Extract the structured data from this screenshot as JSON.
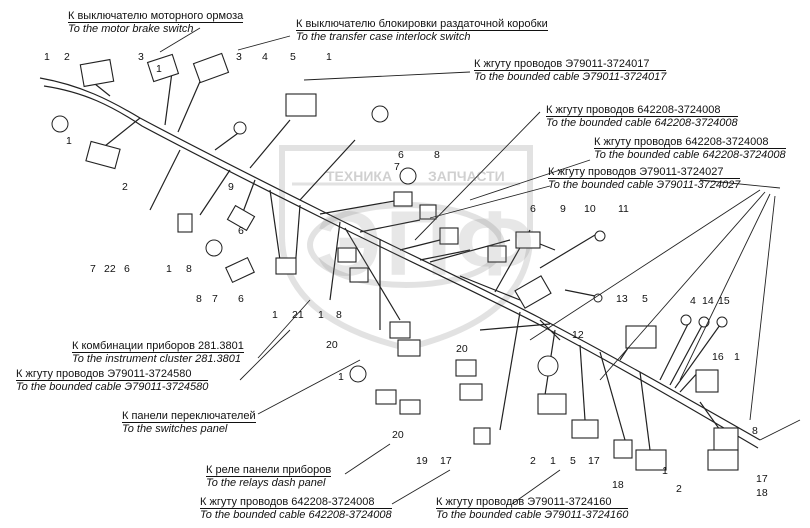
{
  "watermark": {
    "line1": "ТЕХНИКА",
    "line2": "ЗАПЧАСТИ",
    "logo": "ЭПФ"
  },
  "labels": {
    "motor_brake_switch": {
      "ru": "К выключателю моторного ормоза",
      "en": "To the motor brake switch"
    },
    "transfer_case_switch": {
      "ru": "К выключателю блокировки раздаточной коробки",
      "en": "To the transfer case interlock switch"
    },
    "cable_3724017": {
      "ru": "К жгуту проводов Э79011-3724017",
      "en": "To the bounded cable Э79011-3724017"
    },
    "cable_642208_a": {
      "ru": "К жгуту проводов 642208-3724008",
      "en": "To the bounded cable 642208-3724008"
    },
    "cable_642208_b": {
      "ru": "К жгуту проводов 642208-3724008",
      "en": "To the bounded cable 642208-3724008"
    },
    "cable_3724027": {
      "ru": "К жгуту проводов Э79011-3724027",
      "en": "To the bounded cable Э79011-3724027"
    },
    "instrument_cluster": {
      "ru": "К комбинации приборов 281.3801",
      "en": "To the instrument cluster 281.3801"
    },
    "cable_3724580": {
      "ru": "К жгуту проводов Э79011-3724580",
      "en": "To the bounded cable Э79011-3724580"
    },
    "switches_panel": {
      "ru": "К панели переключателей",
      "en": "To the switches panel"
    },
    "relays_panel": {
      "ru": "К реле панели приборов",
      "en": "To the relays dash panel"
    },
    "cable_642208_c": {
      "ru": "К жгуту проводов 642208-3724008",
      "en": "To the bounded cable 642208-3724008"
    },
    "cable_3724160": {
      "ru": "К жгуту проводов Э79011-3724160",
      "en": "To the bounded cable Э79011-3724160"
    }
  },
  "numbers": [
    "1",
    "2",
    "3",
    "1",
    "3",
    "4",
    "5",
    "1",
    "1",
    "2",
    "6",
    "7",
    "8",
    "9",
    "6",
    "7",
    "22",
    "6",
    "1",
    "8",
    "7",
    "6",
    "8",
    "1",
    "21",
    "1",
    "8",
    "6",
    "9",
    "10",
    "11",
    "13",
    "5",
    "12",
    "20",
    "20",
    "1",
    "20",
    "19",
    "17",
    "2",
    "1",
    "5",
    "17",
    "18",
    "1",
    "2",
    "4",
    "14",
    "15",
    "16",
    "1",
    "8",
    "17",
    "18"
  ]
}
